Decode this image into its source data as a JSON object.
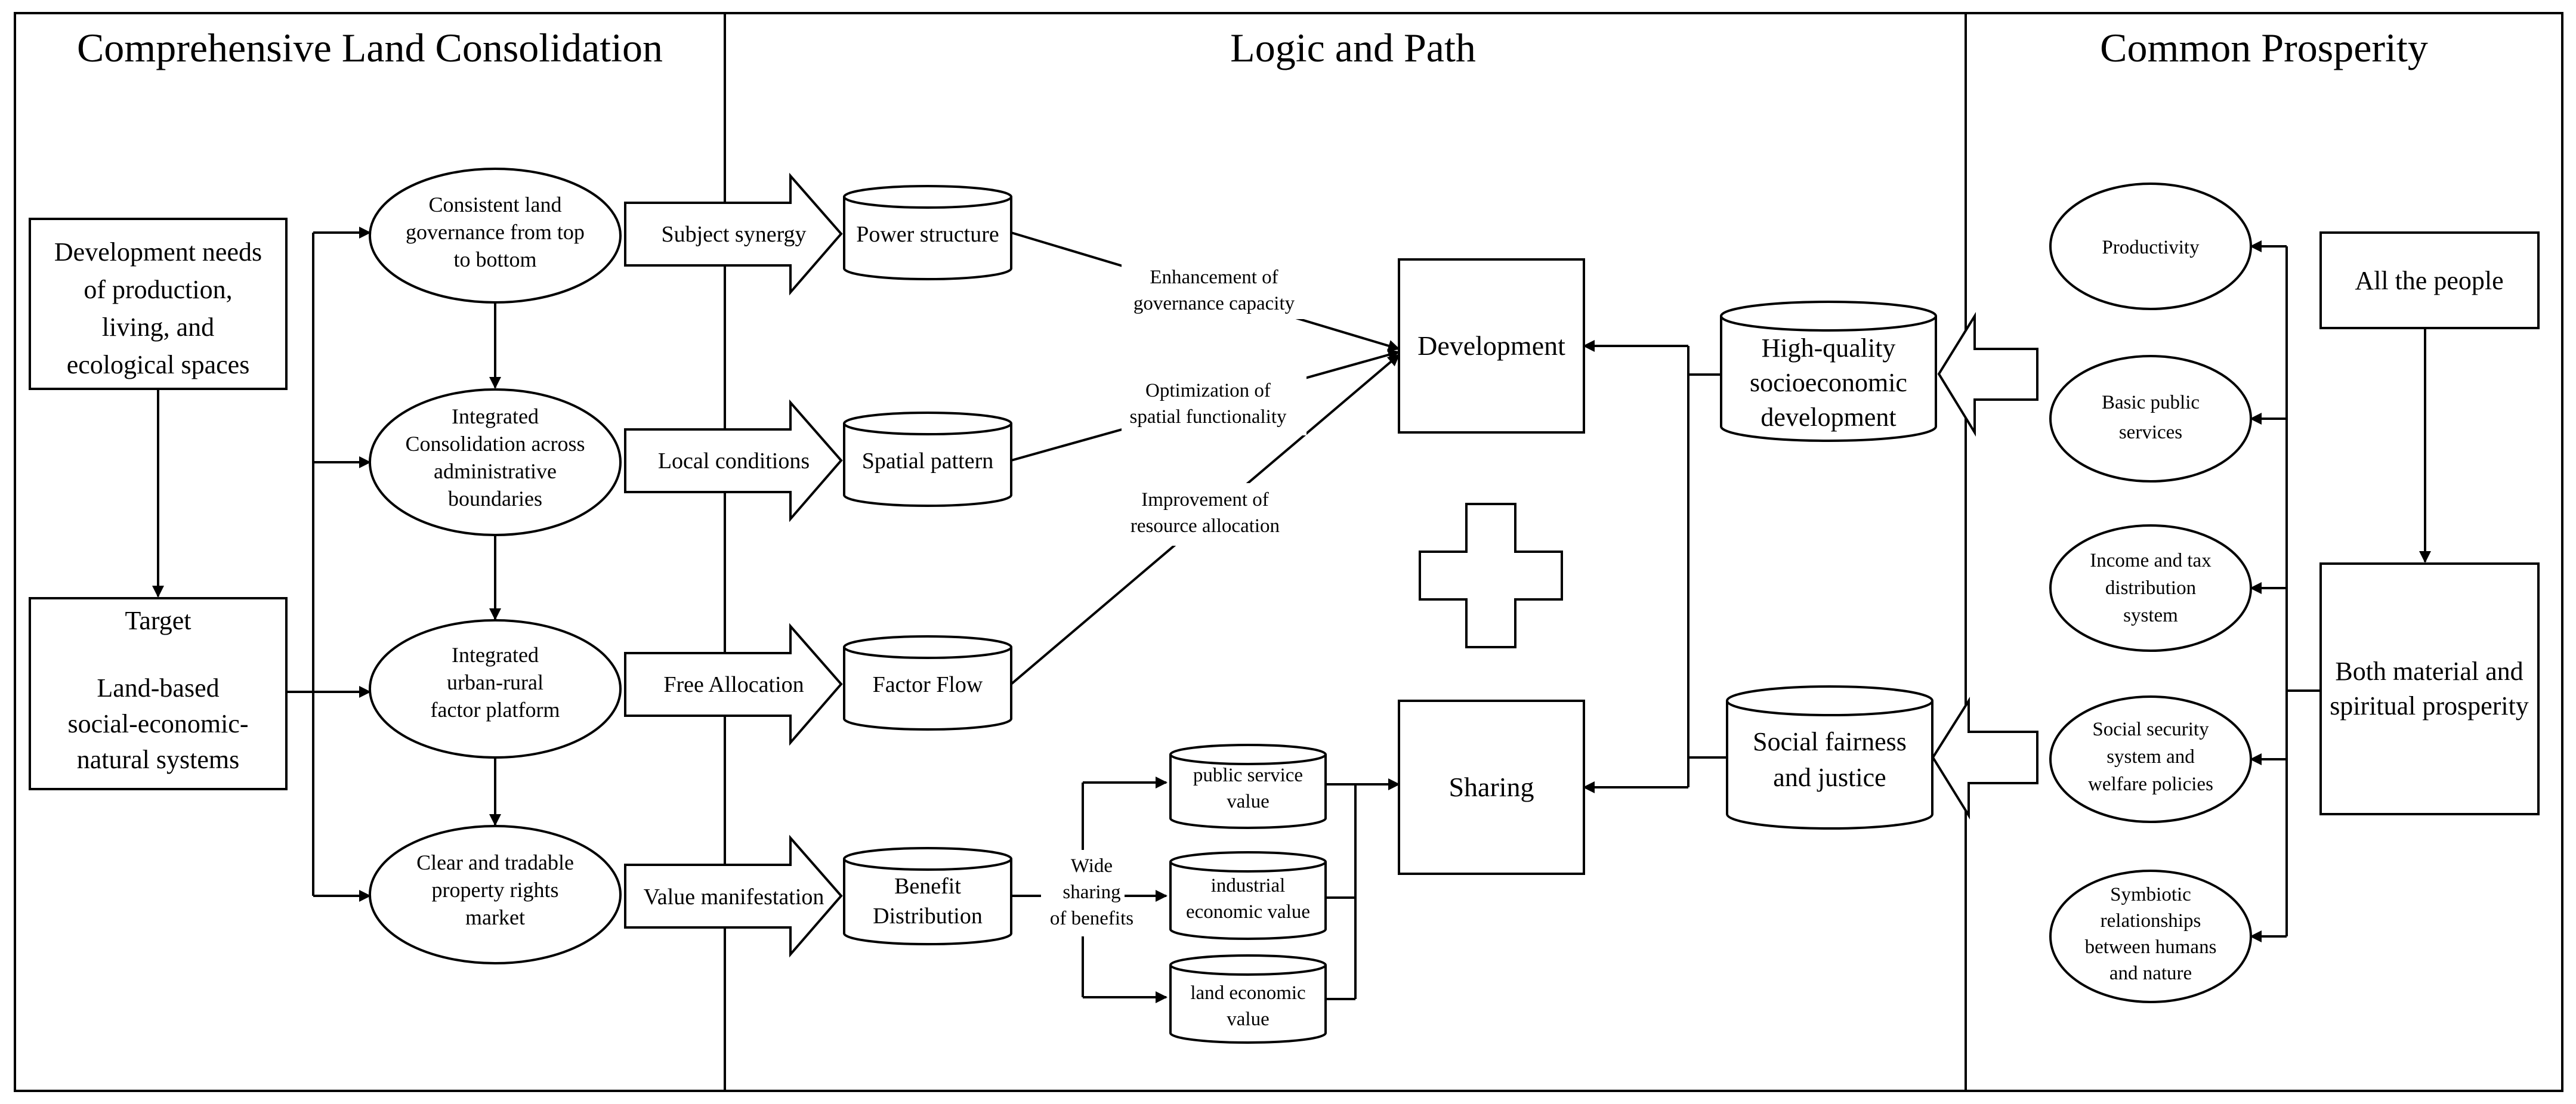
{
  "sections": {
    "left": "Comprehensive Land Consolidation",
    "middle": "Logic and Path",
    "right": "Common Prosperity"
  },
  "left": {
    "needs": [
      "Development needs",
      "of production,",
      "living, and",
      "ecological spaces"
    ],
    "target_title": "Target",
    "target_body": [
      "Land-based",
      "social-economic-",
      "natural systems"
    ],
    "ovals": [
      [
        "Consistent land",
        "governance from top",
        "to bottom"
      ],
      [
        "Integrated",
        "Consolidation across",
        "administrative",
        "boundaries"
      ],
      [
        "Integrated",
        "urban-rural",
        "factor platform"
      ],
      [
        "Clear and tradable",
        "property rights",
        "market"
      ]
    ]
  },
  "middle": {
    "arrows": [
      "Subject synergy",
      "Local conditions",
      "Free Allocation",
      "Value manifestation"
    ],
    "cylinders": [
      [
        "Power structure"
      ],
      [
        "Spatial pattern"
      ],
      [
        "Factor Flow"
      ],
      [
        "Benefit",
        "Distribution"
      ]
    ],
    "line_labels": [
      [
        "Enhancement of",
        "governance capacity"
      ],
      [
        "Optimization of",
        "spatial functionality"
      ],
      [
        "Improvement of",
        "resource allocation"
      ]
    ],
    "sharing_label": [
      "Wide",
      "sharing",
      "of benefits"
    ],
    "value_cylinders": [
      [
        "public service",
        "value"
      ],
      [
        "industrial",
        "economic value"
      ],
      [
        "land economic",
        "value"
      ]
    ],
    "development": "Development",
    "sharing": "Sharing",
    "hq_cylinder": [
      "High-quality",
      "socioeconomic",
      "development"
    ],
    "sf_cylinder": [
      "Social fairness",
      "and justice"
    ]
  },
  "right": {
    "ovals": [
      [
        "Productivity"
      ],
      [
        "Basic public",
        "services"
      ],
      [
        "Income and tax",
        "distribution",
        "system"
      ],
      [
        "Social security",
        "system and",
        "welfare policies"
      ],
      [
        "Symbiotic",
        "relationships",
        "between humans",
        "and nature"
      ]
    ],
    "people": "All the people",
    "prosperity": [
      "Both material and",
      "spiritual prosperity"
    ]
  }
}
